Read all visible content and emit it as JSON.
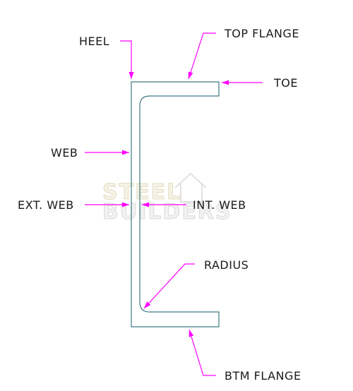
{
  "labels": {
    "heel": "HEEL",
    "top_flange": "TOP FLANGE",
    "toe": "TOE",
    "web": "WEB",
    "ext_web": "EXT. WEB",
    "int_web": "INT. WEB",
    "radius": "RADIUS",
    "btm_flange": "BTM FLANGE"
  },
  "watermark": {
    "line1": "STEEL",
    "line2": "BUILDERS"
  },
  "colors": {
    "outline": "#3f7a83",
    "arrow": "#ff00ff",
    "text": "#1a1a1a"
  }
}
